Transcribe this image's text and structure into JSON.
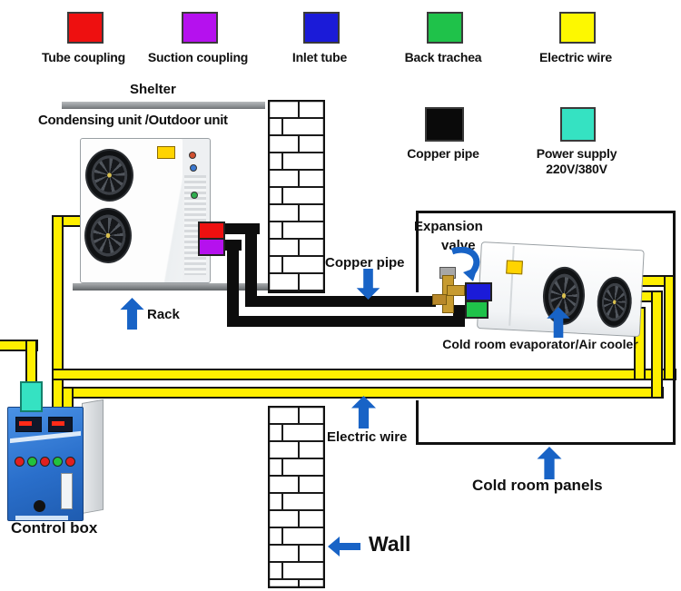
{
  "colors": {
    "arrow_blue": "#1863c6",
    "wire_yellow": "#ffef00",
    "pipe_black": "#0d0d0d",
    "cyan": "#35e2c2"
  },
  "legend": {
    "row1": [
      {
        "name": "tube-coupling",
        "label": "Tube coupling",
        "color": "#ee1010"
      },
      {
        "name": "suction-coupling",
        "label": "Suction coupling",
        "color": "#b511ee"
      },
      {
        "name": "inlet-tube",
        "label": "Inlet tube",
        "color": "#1b1bd8"
      },
      {
        "name": "back-trachea",
        "label": "Back trachea",
        "color": "#1fc24a"
      },
      {
        "name": "electric-wire",
        "label": "Electric wire",
        "color": "#fdf800"
      }
    ],
    "row2": [
      {
        "name": "copper-pipe",
        "label": "Copper pipe",
        "color": "#0a0a0a"
      },
      {
        "name": "power-supply",
        "label_line1": "Power supply",
        "label_line2": "220V/380V",
        "color": "#35e2c2"
      }
    ]
  },
  "labels": {
    "shelter": "Shelter",
    "condensing_unit": "Condensing unit /Outdoor unit",
    "rack": "Rack",
    "copper_pipe": "Copper pipe",
    "expansion_valve_line1": "Expansion",
    "expansion_valve_line2": "valve",
    "evaporator": "Cold room evaporator/Air cooler",
    "electric_wire": "Electric wire",
    "cold_room_panels": "Cold room panels",
    "control_box": "Control box",
    "wall": "Wall"
  }
}
